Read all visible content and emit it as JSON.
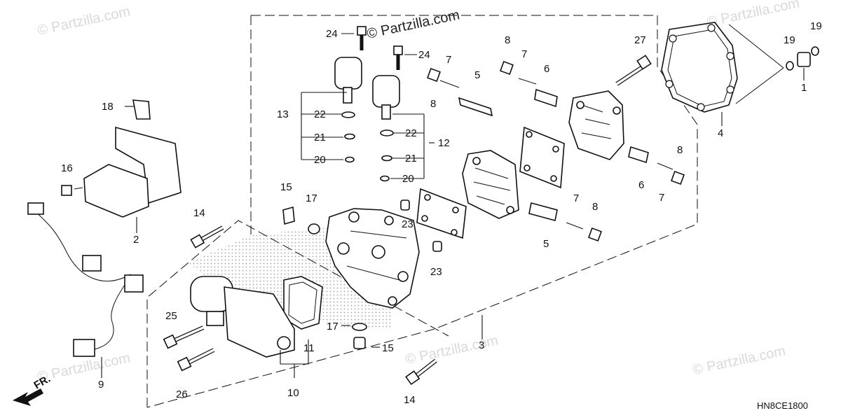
{
  "watermark_top": "© Partzilla.com",
  "watermarks": [
    "© Partzilla.com",
    "© Partzilla.com",
    "© Partzilla.com",
    "© Partzilla.com",
    "© Partzilla.com"
  ],
  "front_label": "FR.",
  "diagram_code": "HN8CE1800",
  "callouts": {
    "c1": "1",
    "c2": "2",
    "c3": "3",
    "c4": "4",
    "c5a": "5",
    "c5b": "5",
    "c6a": "6",
    "c6b": "6",
    "c7a": "7",
    "c7b": "7",
    "c7c": "7",
    "c7d": "7",
    "c8a": "8",
    "c8b": "8",
    "c8c": "8",
    "c8d": "8",
    "c9": "9",
    "c10": "10",
    "c11": "11",
    "c12": "12",
    "c13": "13",
    "c14a": "14",
    "c14b": "14",
    "c15a": "15",
    "c15b": "15",
    "c16": "16",
    "c17a": "17",
    "c17b": "17",
    "c18": "18",
    "c19a": "19",
    "c19b": "19",
    "c20a": "20",
    "c20b": "20",
    "c21a": "21",
    "c21b": "21",
    "c22a": "22",
    "c22b": "22",
    "c23a": "23",
    "c23b": "23",
    "c24a": "24",
    "c24b": "24",
    "c25": "25",
    "c26": "26",
    "c27": "27"
  }
}
